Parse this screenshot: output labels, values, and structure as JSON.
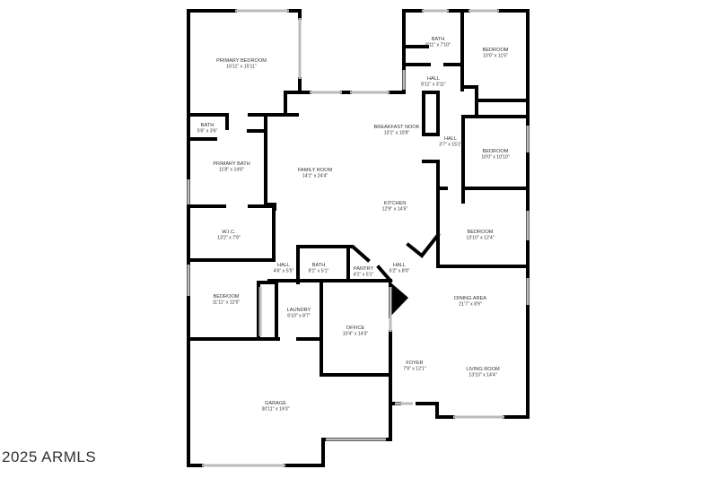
{
  "watermark": "2025 ARMLS",
  "rooms": [
    {
      "name": "PRIMARY BEDROOM",
      "dims": "16'11\" x 15'11\""
    },
    {
      "name": "BATH",
      "dims": "8'11\" x 7'10\""
    },
    {
      "name": "BEDROOM",
      "dims": "10'0\" x 11'5\""
    },
    {
      "name": "HALL",
      "dims": "8'11\" x 3'11\""
    },
    {
      "name": "BATH",
      "dims": "5'6\" x 3'6\""
    },
    {
      "name": "BREAKFAST NOOK",
      "dims": "13'1\" x 10'8\""
    },
    {
      "name": "HALL",
      "dims": "3'7\" x 15'2\""
    },
    {
      "name": "BEDROOM",
      "dims": "10'0\" x 10'10\""
    },
    {
      "name": "PRIMARY BATH",
      "dims": "11'8\" x 14'6\""
    },
    {
      "name": "FAMILY ROOM",
      "dims": "14'1\" x 24'4\""
    },
    {
      "name": "KITCHEN",
      "dims": "12'9\" x 14'5\""
    },
    {
      "name": "W.I.C.",
      "dims": "13'2\" x 7'9\""
    },
    {
      "name": "BEDROOM",
      "dims": "13'10\" x 12'4\""
    },
    {
      "name": "HALL",
      "dims": "4'6\" x 5'5\""
    },
    {
      "name": "BATH",
      "dims": "8'1\" x 5'1\""
    },
    {
      "name": "PANTRY",
      "dims": "4'1\" x 5'1\""
    },
    {
      "name": "HALL",
      "dims": "6'2\" x 8'0\""
    },
    {
      "name": "BEDROOM",
      "dims": "11'11\" x 12'5\""
    },
    {
      "name": "DINING AREA",
      "dims": "21'7\" x 8'9\""
    },
    {
      "name": "LAUNDRY",
      "dims": "6'10\" x 8'7\""
    },
    {
      "name": "OFFICE",
      "dims": "10'4\" x 14'3\""
    },
    {
      "name": "FOYER",
      "dims": "7'9\" x 12'1\""
    },
    {
      "name": "LIVING ROOM",
      "dims": "13'10\" x 14'4\""
    },
    {
      "name": "GARAGE",
      "dims": "30'11\" x 19'3\""
    }
  ]
}
